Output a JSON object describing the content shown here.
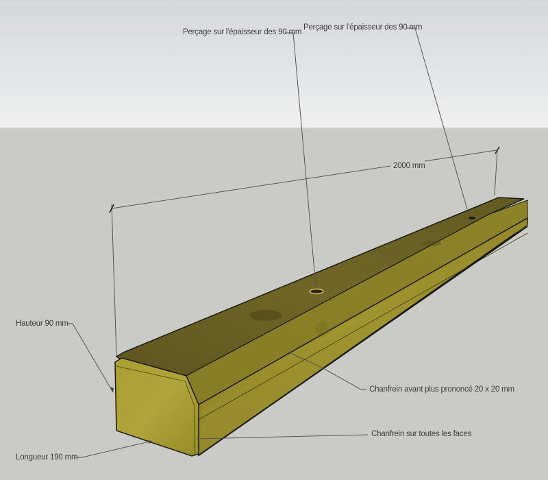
{
  "scene": {
    "type": "3d-model-annotation",
    "colors": {
      "sky_top": "#d3d8dc",
      "sky_bottom": "#eceef0",
      "ground": "#cacac6",
      "wood_front": "#a39a2e",
      "wood_top": "#6e6524",
      "wood_side": "#9a8f2c",
      "edge": "#1a1a10",
      "leader": "#555555",
      "text": "#3c3c3c"
    }
  },
  "annotations": {
    "drill_hole_1": "Perçage sur l'épaisseur des 90 mm",
    "drill_hole_2": "Perçage sur l'épaisseur des 90 mm",
    "length_dimension": "2000 mm",
    "height": "Hauteur 90 mm",
    "width": "Longueur 190 mm",
    "front_chamfer": "Chanfrein avant plus prononcé 20 x 20 mm",
    "all_faces_chamfer": "Chanfrein sur toutes les faces"
  }
}
